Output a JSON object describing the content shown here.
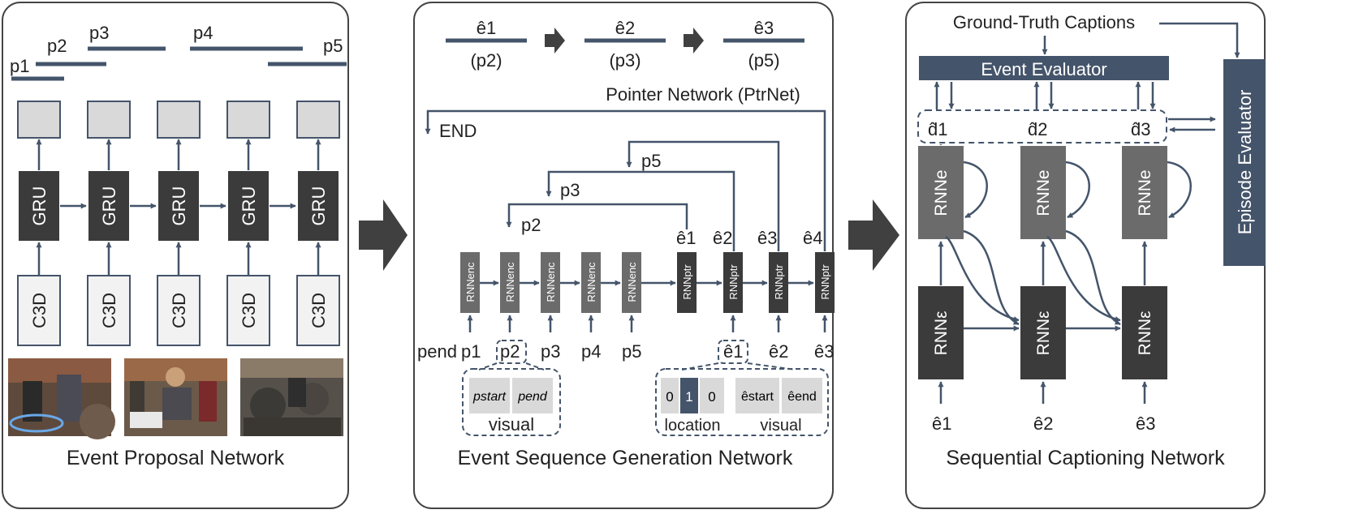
{
  "panel1": {
    "title": "Event Proposal Network",
    "proposals": [
      "p1",
      "p2",
      "p3",
      "p4",
      "p5"
    ],
    "gru_label": "GRU",
    "c3d_label": "C3D"
  },
  "panel2": {
    "title": "Event Sequence Generation Network",
    "ptrnet_label": "Pointer Network (PtrNet)",
    "end_label": "END",
    "outputs": [
      "ê1",
      "ê2",
      "ê3"
    ],
    "output_pointers": [
      "(p2)",
      "(p3)",
      "(p5)"
    ],
    "enc_inputs": [
      "pend",
      "p1",
      "p2",
      "p3",
      "p4",
      "p5"
    ],
    "ptr_inputs": [
      "ê1",
      "ê2",
      "ê3"
    ],
    "ptr_outputs": [
      "ê1",
      "ê2",
      "ê3",
      "ê4"
    ],
    "pointer_labels": [
      "p5",
      "p3",
      "p2"
    ],
    "rnn_enc_label": "RNNenc",
    "rnn_ptr_label": "RNNptr",
    "proposal_feature": {
      "start": "pstart",
      "end": "pend",
      "caption": "visual"
    },
    "event_feature": {
      "location_values": [
        "0",
        "1",
        "0"
      ],
      "location_caption": "location",
      "start": "êstart",
      "end": "êend",
      "visual_caption": "visual"
    }
  },
  "panel3": {
    "title": "Sequential Captioning Network",
    "gt_label": "Ground-Truth Captions",
    "event_evaluator": "Event Evaluator",
    "episode_evaluator": "Episode Evaluator",
    "descriptions": [
      "d̂1",
      "d̂2",
      "d̂3"
    ],
    "rnn_e_label": "RNNe",
    "rnn_eps_label": "RNNε",
    "inputs": [
      "ê1",
      "ê2",
      "ê3"
    ]
  },
  "colors": {
    "dark_box": "#3b3b3b",
    "mid_box": "#6b6b6b",
    "navy": "#44546a",
    "light_box": "#d9d9d9",
    "outline": "#44546a",
    "arrow_fill": "#404040"
  }
}
